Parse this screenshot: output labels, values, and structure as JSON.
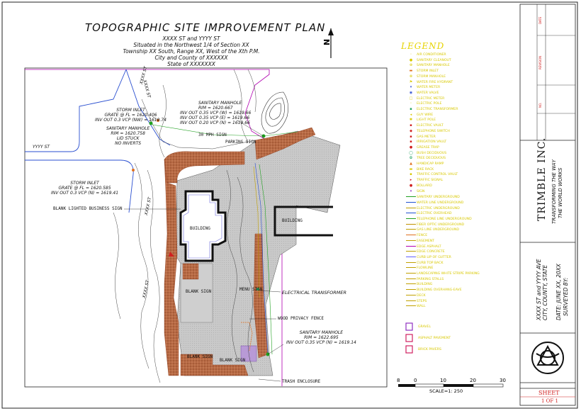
{
  "title_block": {
    "title": "TOPOGRAPHIC SITE IMPROVEMENT PLAN",
    "lines": [
      "XXXX ST and YYYY ST",
      "Situated in the Northwest 1/4 of Section XX",
      "Township XX South, Range XX, West of the Xth P.M.",
      "City and County of XXXXXX",
      "State of XXXXXXX"
    ],
    "north_letter": "N"
  },
  "site_labels": {
    "xxxx_st_top": "XXXX ST",
    "yyyy_st": "YYYY ST",
    "xxxx_st_left": "XXXX ST",
    "xxxx_st_lower": "XXXX ST",
    "storm_inlet_1": [
      "STORM INLET",
      "GRATE @ FL = 1620.406",
      "INV OUT 0.3 VCP (NW) = 1619.74"
    ],
    "sanitary_manhole_1": [
      "SANITARY MANHOLE",
      "RIM = 1620.758",
      "LID STUCK",
      "NO INVERTS"
    ],
    "sanitary_manhole_2": [
      "SANITARY MANHOLE",
      "RIM = 1620.667",
      "INV OUT 0.35 VCP (W) = 1619.66",
      "INV OUT 0.35 VCP (E) = 1619.66",
      "INV OUT 0.20 VCP (N) = 1619.66"
    ],
    "storm_inlet_2": [
      "STORM INLET",
      "GRATE @ FL = 1620.585",
      "INV OUT 0.3 VCP (N) = 1619.41"
    ],
    "sanitary_manhole_3": [
      "SANITARY MANHOLE",
      "RIM = 1622.695",
      "INV OUT 0.35 VCP (N) = 1619.14"
    ],
    "mph_sign": "30 MPH SIGN",
    "parking_sign": "PARKING SIGN",
    "blank_lighted_sign": "BLANK LIGHTED BUSINESS SIGN",
    "building_1": "BUILDING",
    "building_2": "BUILDING",
    "blank_sign_1": "BLANK SIGN",
    "blank_sign_2": "BLANK SIGN",
    "blank_sign_3": "BLANK SIGN",
    "menu_sign": "MENU SIGN",
    "electrical_transformer": "ELECTRICAL TRANSFORMER",
    "wood_privacy_fence": "WOOD PRIVACY FENCE",
    "trash_enclosure": "TRASH ENCLOSURE"
  },
  "scale_bar": {
    "ticks": [
      "8",
      "0",
      "10",
      "20",
      "30"
    ],
    "label": "SCALE=1: 250"
  },
  "legend": {
    "title": "LEGEND",
    "items": [
      {
        "symbol": "◦",
        "label": "AIR CONDITIONER",
        "color": "#d8c800"
      },
      {
        "symbol": "●",
        "label": "SANITARY CLEANOUT",
        "color": "#d8c800"
      },
      {
        "symbol": "⊕",
        "label": "SANITARY MANHOLE",
        "color": "#d8c800"
      },
      {
        "symbol": "▬",
        "label": "STORM INLET",
        "color": "#e07020"
      },
      {
        "symbol": "⊗",
        "label": "STORM MANHOLE",
        "color": "#d8c800"
      },
      {
        "symbol": "⚑",
        "label": "WATER FIRE HYDRANT",
        "color": "#d8c800"
      },
      {
        "symbol": "▾",
        "label": "WATER METER",
        "color": "#3050d0"
      },
      {
        "symbol": "◉",
        "label": "WATER VALVE",
        "color": "#3050d0"
      },
      {
        "symbol": "□",
        "label": "ELECTRIC METER",
        "color": "#d8c800"
      },
      {
        "symbol": "◦",
        "label": "ELECTRIC POLE",
        "color": "#d8c800"
      },
      {
        "symbol": "▪",
        "label": "ELECTRIC TRANSFORMER",
        "color": "#20a060"
      },
      {
        "symbol": "◂",
        "label": "GUY WIRE",
        "color": "#d8c800"
      },
      {
        "symbol": "✱",
        "label": "LIGHT POLE",
        "color": "#d8c800"
      },
      {
        "symbol": "▪",
        "label": "ELECTRIC VAULT",
        "color": "#d02020"
      },
      {
        "symbol": "◆",
        "label": "TELEPHONE SWITCH",
        "color": "#d02020"
      },
      {
        "symbol": "▪",
        "label": "GAS METER",
        "color": "#d02020"
      },
      {
        "symbol": "▪",
        "label": "IRRIGATION VAULT",
        "color": "#d02020"
      },
      {
        "symbol": "●",
        "label": "GREASE TRAP",
        "color": "#d02020"
      },
      {
        "symbol": "◯",
        "label": "BUSH DECIDUOUS",
        "color": "#20a060"
      },
      {
        "symbol": "✿",
        "label": "TREE DECIDUOUS",
        "color": "#20a060"
      },
      {
        "symbol": "▲",
        "label": "HANDICAP RAMP",
        "color": "#e07020"
      },
      {
        "symbol": "▬",
        "label": "BIKE RACK",
        "color": "#d8c800"
      },
      {
        "symbol": "▪",
        "label": "TRAFFIC CONTROL VAULT",
        "color": "#d8c800"
      },
      {
        "symbol": "▸",
        "label": "TRAFFIC SIGNAL",
        "color": "#d02020"
      },
      {
        "symbol": "●",
        "label": "BOLLARD",
        "color": "#d02020"
      },
      {
        "symbol": "▾",
        "label": "SIGN",
        "color": "#9030c0"
      }
    ],
    "line_items": [
      {
        "label": "SANITARY UNDERGROUND",
        "color": "#20a020"
      },
      {
        "label": "WATER LINE UNDERGROUND",
        "color": "#2050d0"
      },
      {
        "label": "ELECTRIC UNDERGROUND",
        "color": "#c0a000"
      },
      {
        "label": "ELECTRIC OVERHEAD",
        "color": "#2050d0"
      },
      {
        "label": "TELEPHONE LINE UNDERGROUND",
        "color": "#20a020"
      },
      {
        "label": "FIBER OPTIC UNDERGROUND",
        "color": "#c09000"
      },
      {
        "label": "GAS LINE UNDERGROUND",
        "color": "#c0a000"
      },
      {
        "label": "FENCE",
        "color": "#e07020"
      },
      {
        "label": "EASEMENT",
        "color": "#c0a000"
      },
      {
        "label": "EDGE ASPHALT",
        "color": "#b000b0"
      },
      {
        "label": "EDGE CONCRETE",
        "color": "#c0a000"
      },
      {
        "label": "CURB LIP OF GUTTER",
        "color": "#6060ff"
      },
      {
        "label": "CURB TOP BACK",
        "color": "#c0a000"
      },
      {
        "label": "FLOWLINE",
        "color": "#c0a000"
      },
      {
        "label": "LANDSCAPING WHITE STRIPE PARKING",
        "color": "#c0a000"
      },
      {
        "label": "PARKING STALLS",
        "color": "#c0a000"
      },
      {
        "label": "BUILDING",
        "color": "#c0a000"
      },
      {
        "label": "BUILDING OVERHANG-EAVE",
        "color": "#c0a000"
      },
      {
        "label": "DECK",
        "color": "#c0a000"
      },
      {
        "label": "STEPS",
        "color": "#c0a000"
      },
      {
        "label": "WALL",
        "color": "#c0a000"
      }
    ],
    "area_items": [
      {
        "label": "GRAVEL",
        "color": "#9030c0"
      },
      {
        "label": "ASPHALT PAVEMENT",
        "color": "#d02060"
      },
      {
        "label": "BRICK PAVERS",
        "color": "#d02060"
      }
    ]
  },
  "sheet_block": {
    "company": "TRIMBLE INC.",
    "tagline_1": "TRANSFORMING THE WAY",
    "tagline_2": "THE WORLD WORKS",
    "address_1": "XXXX ST and YYYY AVE",
    "address_2": "CITY, COUNTY, STATE",
    "date_line": "DATE: JUNE XX, 20XX",
    "surveyed_by": "SURVEYED BY:",
    "rev_labels": [
      "DATE",
      "REVISION",
      "NO."
    ],
    "sheet_label": "SHEET",
    "sheet_number": "1 OF 1"
  },
  "colors": {
    "border": "#222222",
    "brick": "#b5633a",
    "asphalt": "#bdbdbd",
    "legend_text": "#d8c800",
    "street": "#2a4fd0",
    "contour": "#444444",
    "property_line": "#b000b0"
  }
}
